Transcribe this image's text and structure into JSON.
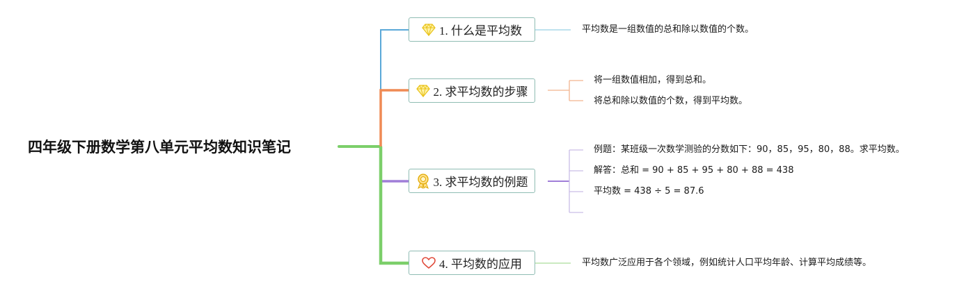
{
  "root": {
    "title": "四年级下册数学第八单元平均数知识笔记"
  },
  "branches": [
    {
      "label": "1. 什么是平均数",
      "icon": "diamond-icon",
      "color": "#5aa8d8",
      "leaves": [
        "平均数是一组数值的总和除以数值的个数。"
      ]
    },
    {
      "label": "2. 求平均数的步骤",
      "icon": "diamond-icon",
      "color": "#ef8a54",
      "leaves": [
        "将一组数值相加，得到总和。",
        "将总和除以数值的个数，得到平均数。"
      ]
    },
    {
      "label": "3. 求平均数的例题",
      "icon": "award-ribbon-icon",
      "color": "#a07ed8",
      "leaves": [
        "例题：某班级一次数学测验的分数如下：90，85，95，80，88。求平均数。",
        "解答：总和 = 90 + 85 + 95 + 80 + 88 = 438",
        "平均数 = 438 ÷ 5 = 87.6"
      ]
    },
    {
      "label": "4. 平均数的应用",
      "icon": "heart-icon",
      "color": "#7ccf6a",
      "leaves": [
        "平均数广泛应用于各个领域，例如统计人口平均年龄、计算平均成绩等。"
      ]
    }
  ]
}
